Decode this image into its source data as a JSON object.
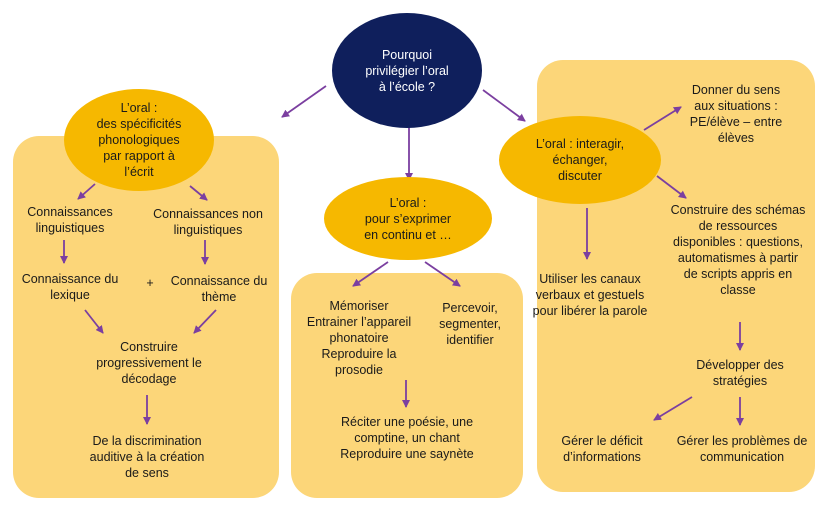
{
  "colors": {
    "panel": "#fcd679",
    "ellipse": "#f6b800",
    "center": "#0f1f5c",
    "arrow": "#7b3fa0"
  },
  "center": {
    "text": "Pourquoi\nprivilégier l’oral\nà l’école ?"
  },
  "left": {
    "title": "L’oral :\ndes spécificités\nphonologiques\npar rapport à\nl’écrit",
    "ling": "Connaissances\nlinguistiques",
    "nonling": "Connaissances non\nlinguistiques",
    "lexique": "Connaissance du\nlexique",
    "plus": "+",
    "theme": "Connaissance du\nthème",
    "decodage": "Construire\nprogressivement le\ndécodage",
    "discrimination": "De la discrimination\nauditive à la création\nde sens"
  },
  "middle": {
    "title": "L’oral :\npour s’exprimer\nen continu et …",
    "memoriser": "Mémoriser\nEntrainer l’appareil\nphonatoire\nReproduire la\nprosodie",
    "percevoir": "Percevoir,\nsegmenter,\nidentifier",
    "reciter": "Réciter une poésie, une\ncomptine, un chant\nReproduire une saynète"
  },
  "right": {
    "title": "L’oral : interagir,\néchanger,\ndiscuter",
    "sens": "Donner du sens\naux situations :\nPE/élève – entre\nélèves",
    "schemas": "Construire des schémas\nde ressources\ndisponibles : questions,\nautomatismes à partir\nde scripts appris en\nclasse",
    "canaux": "Utiliser les canaux\nverbaux et gestuels\npour libérer la parole",
    "strategies": "Développer des\nstratégies",
    "deficit": "Gérer le déficit\nd’informations",
    "problemes": "Gérer les problèmes de\ncommunication"
  }
}
